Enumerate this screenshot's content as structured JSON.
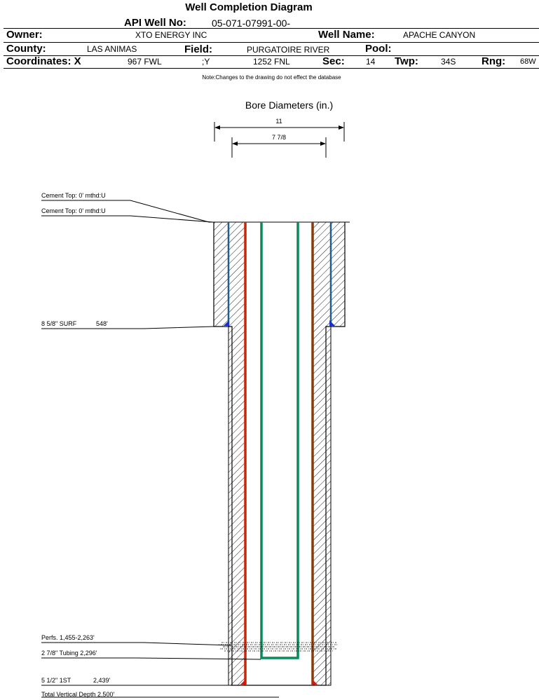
{
  "title": "Well Completion Diagram",
  "header": {
    "api_label": "API Well No:",
    "api_value": "05-071-07991-00-",
    "owner_label": "Owner:",
    "owner_value": "XTO ENERGY INC",
    "well_name_label": "Well Name:",
    "well_name_value": "APACHE CANYON",
    "county_label": "County:",
    "county_value": "LAS ANIMAS",
    "field_label": "Field:",
    "field_value": "PURGATOIRE RIVER",
    "pool_label": "Pool:",
    "pool_value": "",
    "coord_label": "Coordinates: X",
    "coord_x_value": "967 FWL",
    "coord_y_label": ";Y",
    "coord_y_value": "1252 FNL",
    "sec_label": "Sec:",
    "sec_value": "14",
    "twp_label": "Twp:",
    "twp_value": "34S",
    "rng_label": "Rng:",
    "rng_value": "68W"
  },
  "note": "Note:Changes to the drawing do not effect the database",
  "bore": {
    "title": "Bore Diameters (in.)",
    "outer_diameter": "11",
    "inner_diameter": "7 7/8"
  },
  "labels": {
    "cement_top_1": "Cement Top: 0' mthd:U",
    "cement_top_2": "Cement Top: 0' mthd:U",
    "surf_casing": "8 5/8\" SURF",
    "surf_depth": "548'",
    "perfs": "Perfs. 1,455-2,263'",
    "tubing": "2 7/8\" Tubing 2,296'",
    "prod_casing": "5 1/2\" 1ST",
    "prod_depth": "2,439'",
    "tvd": "Total Vertical Depth 2,500'"
  },
  "colors": {
    "surface_casing": "#1d5e8c",
    "production_casing_left": "#c8280a",
    "production_casing_right": "#8b3a0a",
    "tubing": "#0a8a5a",
    "shoe_surface": "#1a2fc8",
    "shoe_production": "#d01a0a"
  }
}
